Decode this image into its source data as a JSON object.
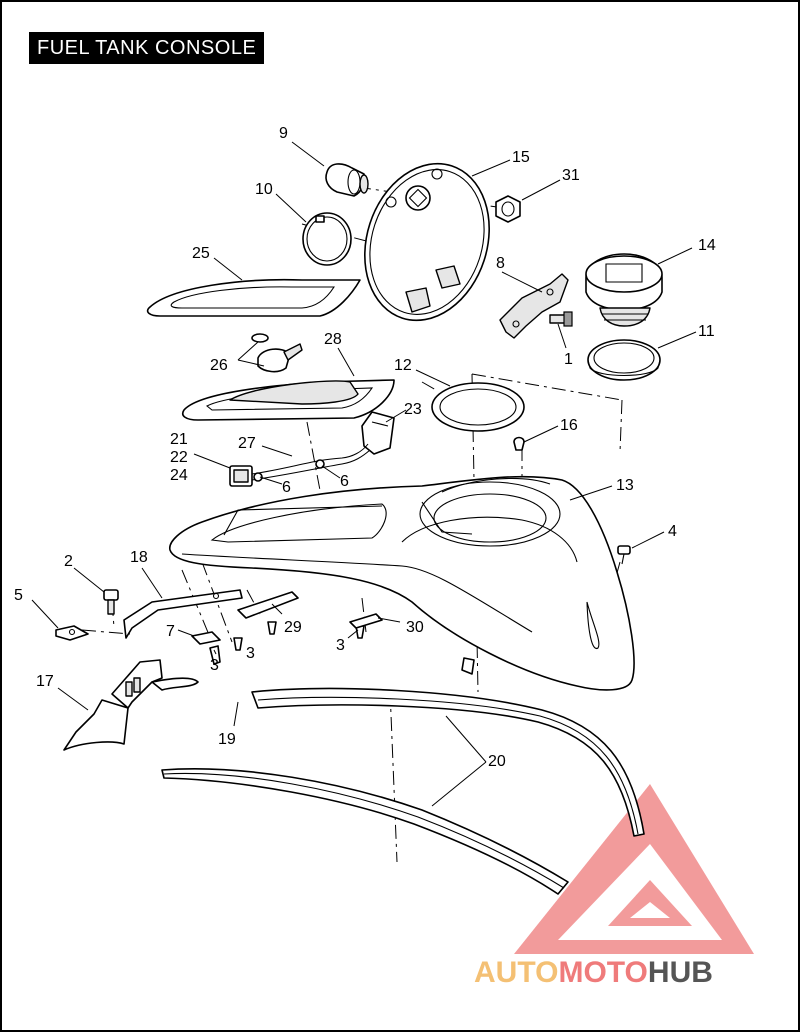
{
  "title": "FUEL TANK CONSOLE",
  "callouts": [
    "9",
    "15",
    "31",
    "10",
    "25",
    "8",
    "14",
    "1",
    "11",
    "26",
    "28",
    "12",
    "23",
    "16",
    "21",
    "22",
    "24",
    "27",
    "6",
    "6",
    "13",
    "4",
    "2",
    "18",
    "5",
    "7",
    "3",
    "3",
    "29",
    "30",
    "3",
    "17",
    "19",
    "20"
  ],
  "watermark": {
    "part1": "AUTO",
    "part2": "MOTO",
    "part3": "HUB",
    "color1": "#f4c074",
    "color2": "#ef7b7b",
    "color3": "#555555",
    "triangle_color": "#f08a8a"
  }
}
